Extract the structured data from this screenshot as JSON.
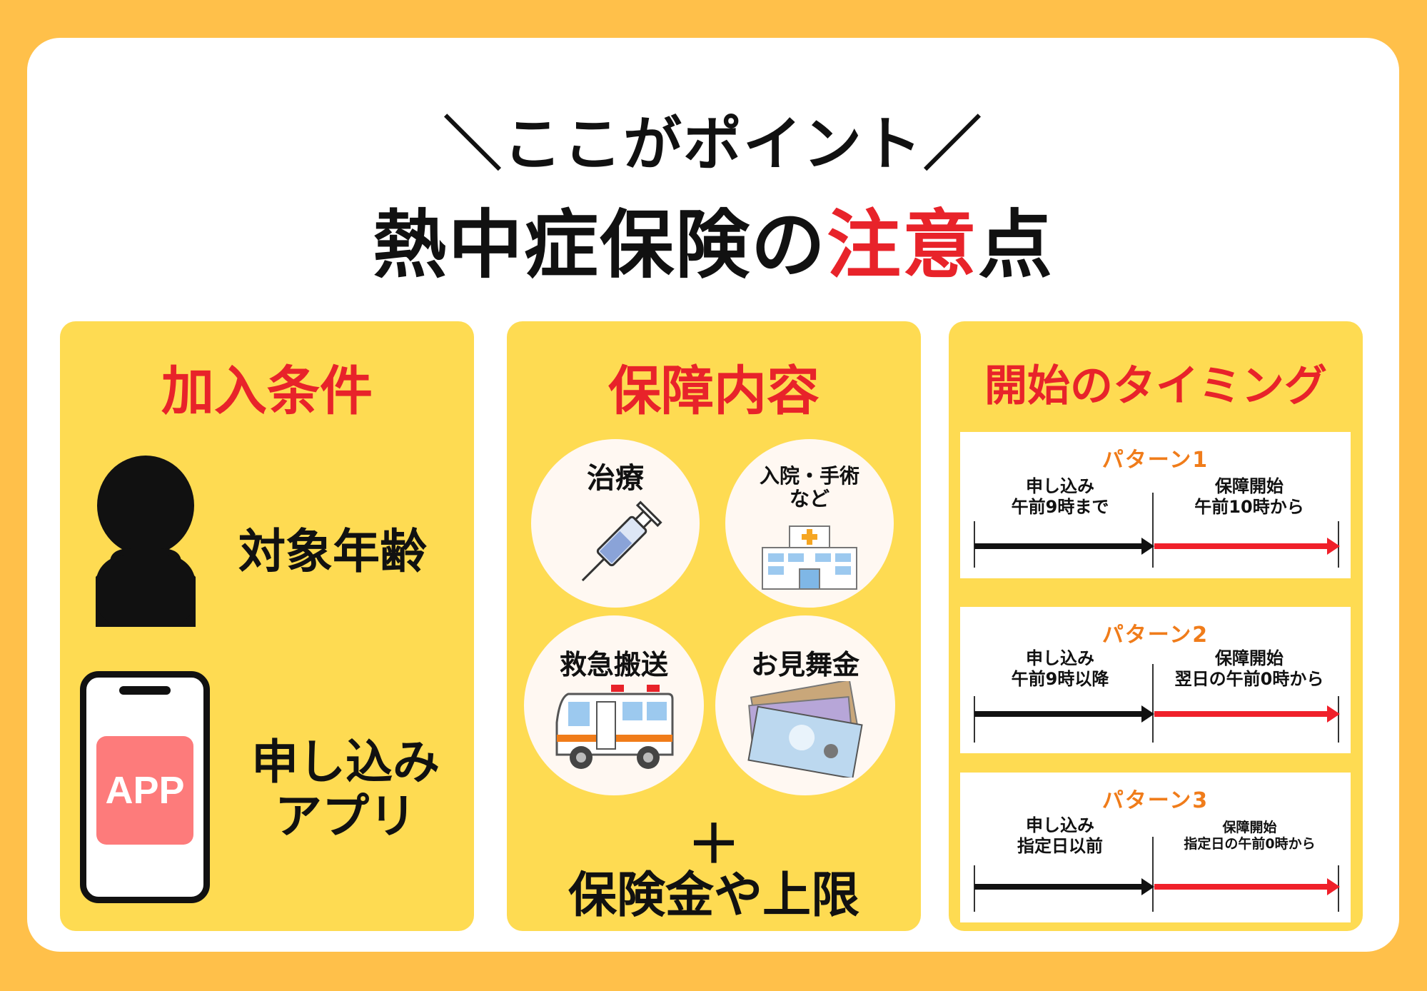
{
  "header": {
    "subtitle": "＼ここがポイント／",
    "title_main": "熱中症保険の",
    "title_accent": "注意",
    "title_end": "点"
  },
  "columns": [
    {
      "title": "加入条件",
      "items": [
        {
          "icon": "person-silhouette-icon",
          "label": "対象年齢"
        },
        {
          "icon": "smartphone-icon",
          "app_text": "APP",
          "label_line1": "申し込み",
          "label_line2": "アプリ"
        }
      ]
    },
    {
      "title": "保障内容",
      "items": [
        {
          "icon": "syringe-icon",
          "label": "治療"
        },
        {
          "icon": "hospital-icon",
          "label_line1": "入院・手術",
          "label_line2": "など"
        },
        {
          "icon": "ambulance-icon",
          "label": "救急搬送"
        },
        {
          "icon": "banknotes-icon",
          "label": "お見舞金"
        }
      ],
      "plus": "＋",
      "footer": "保険金や上限"
    },
    {
      "title": "開始のタイミング",
      "patterns": [
        {
          "title": "パターン1",
          "left_line1": "申し込み",
          "left_line2": "午前9時まで",
          "right_line1": "保障開始",
          "right_line2": "午前10時から"
        },
        {
          "title": "パターン2",
          "left_line1": "申し込み",
          "left_line2": "午前9時以降",
          "right_line1": "保障開始",
          "right_line2": "翌日の午前0時から"
        },
        {
          "title": "パターン3",
          "left_line1": "申し込み",
          "left_line2": "指定日以前",
          "right_line1": "保障開始",
          "right_line2": "指定日の午前0時から"
        }
      ]
    }
  ],
  "colors": {
    "background": "#ffc04a",
    "panel": "#fedb52",
    "accent_red": "#e8232a",
    "pattern_orange": "#f07c1a",
    "arrow_black": "#111111",
    "arrow_red": "#f0202a"
  }
}
